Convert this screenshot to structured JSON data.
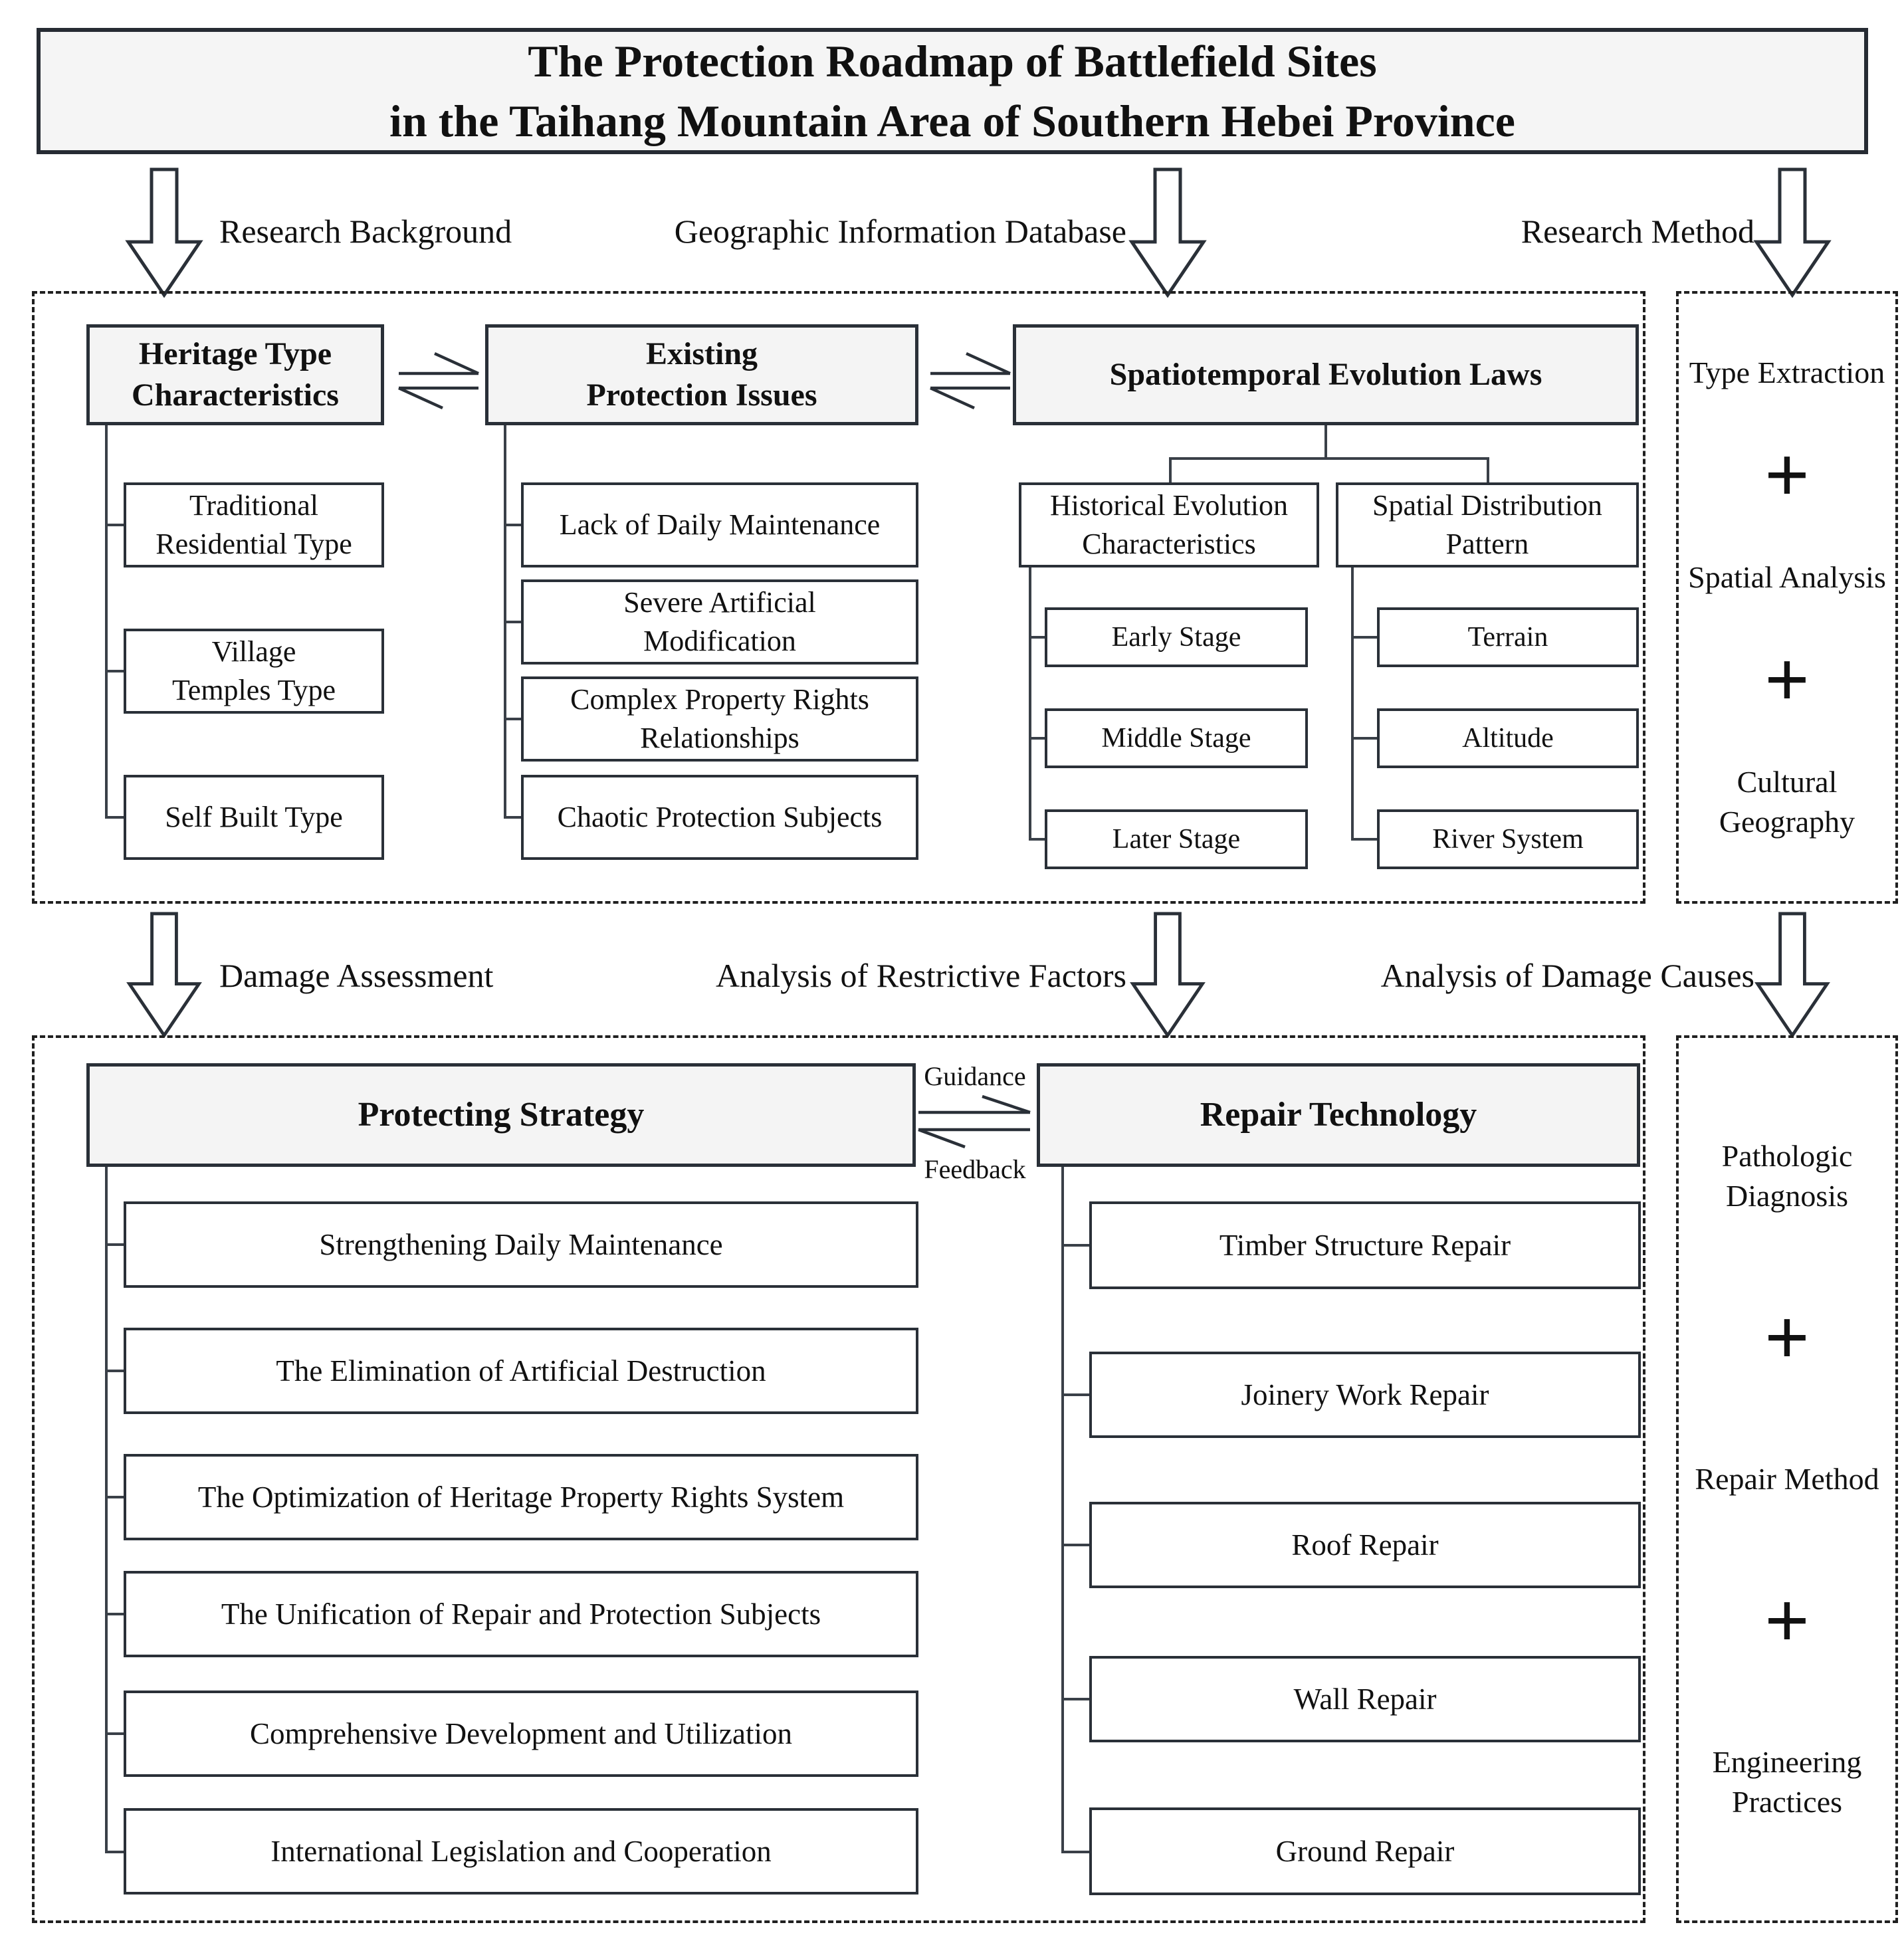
{
  "title": {
    "lines": [
      "The Protection Roadmap of Battlefield Sites",
      "in the Taihang Mountain Area of Southern Hebei Province"
    ]
  },
  "flow_labels": {
    "research_background": "Research Background",
    "geographic_information_database": "Geographic Information Database",
    "research_method": "Research Method",
    "damage_assessment": "Damage Assessment",
    "analysis_of_restrictive_factors": "Analysis of Restrictive Factors",
    "analysis_of_damage_causes": "Analysis of Damage Causes",
    "guidance": "Guidance",
    "feedback": "Feedback"
  },
  "heritage": {
    "header": {
      "lines": [
        "Heritage Type",
        "Characteristics"
      ]
    },
    "items": [
      {
        "lines": [
          "Traditional",
          "Residential Type"
        ]
      },
      {
        "lines": [
          "Village",
          "Temples Type"
        ]
      },
      {
        "lines": [
          "Self Built Type"
        ]
      }
    ]
  },
  "issues": {
    "header": {
      "lines": [
        "Existing",
        "Protection Issues"
      ]
    },
    "items": [
      {
        "lines": [
          "Lack of Daily Maintenance"
        ]
      },
      {
        "lines": [
          "Severe Artificial",
          "Modification"
        ]
      },
      {
        "lines": [
          "Complex Property Rights",
          "Relationships"
        ]
      },
      {
        "lines": [
          "Chaotic Protection Subjects"
        ]
      }
    ]
  },
  "spatiotemporal": {
    "header": "Spatiotemporal Evolution Laws",
    "historical": {
      "header": {
        "lines": [
          "Historical Evolution",
          "Characteristics"
        ]
      },
      "items": [
        "Early Stage",
        "Middle Stage",
        "Later Stage"
      ]
    },
    "spatial": {
      "header": {
        "lines": [
          "Spatial Distribution",
          "Pattern"
        ]
      },
      "items": [
        "Terrain",
        "Altitude",
        "River System"
      ]
    }
  },
  "method_top": {
    "plus": "+",
    "items": [
      "Type Extraction",
      "Spatial Analysis",
      "Cultural Geography"
    ]
  },
  "strategy": {
    "header": "Protecting Strategy",
    "items": [
      "Strengthening Daily Maintenance",
      "The Elimination of Artificial Destruction",
      "The Optimization of Heritage Property Rights System",
      "The Unification of Repair and Protection Subjects",
      "Comprehensive Development and Utilization",
      "International Legislation and Cooperation"
    ]
  },
  "repair": {
    "header": "Repair Technology",
    "items": [
      "Timber Structure Repair",
      "Joinery Work Repair",
      "Roof Repair",
      "Wall Repair",
      "Ground Repair"
    ]
  },
  "method_bottom": {
    "plus": "+",
    "items": [
      "Pathologic Diagnosis",
      "Repair Method",
      "Engineering Practices"
    ]
  },
  "colors": {
    "header_fill": "#f4f4f4",
    "title_fill": "#f5f5f5",
    "border": "#2a3038",
    "connector": "#3a4048",
    "text": "#111111"
  }
}
